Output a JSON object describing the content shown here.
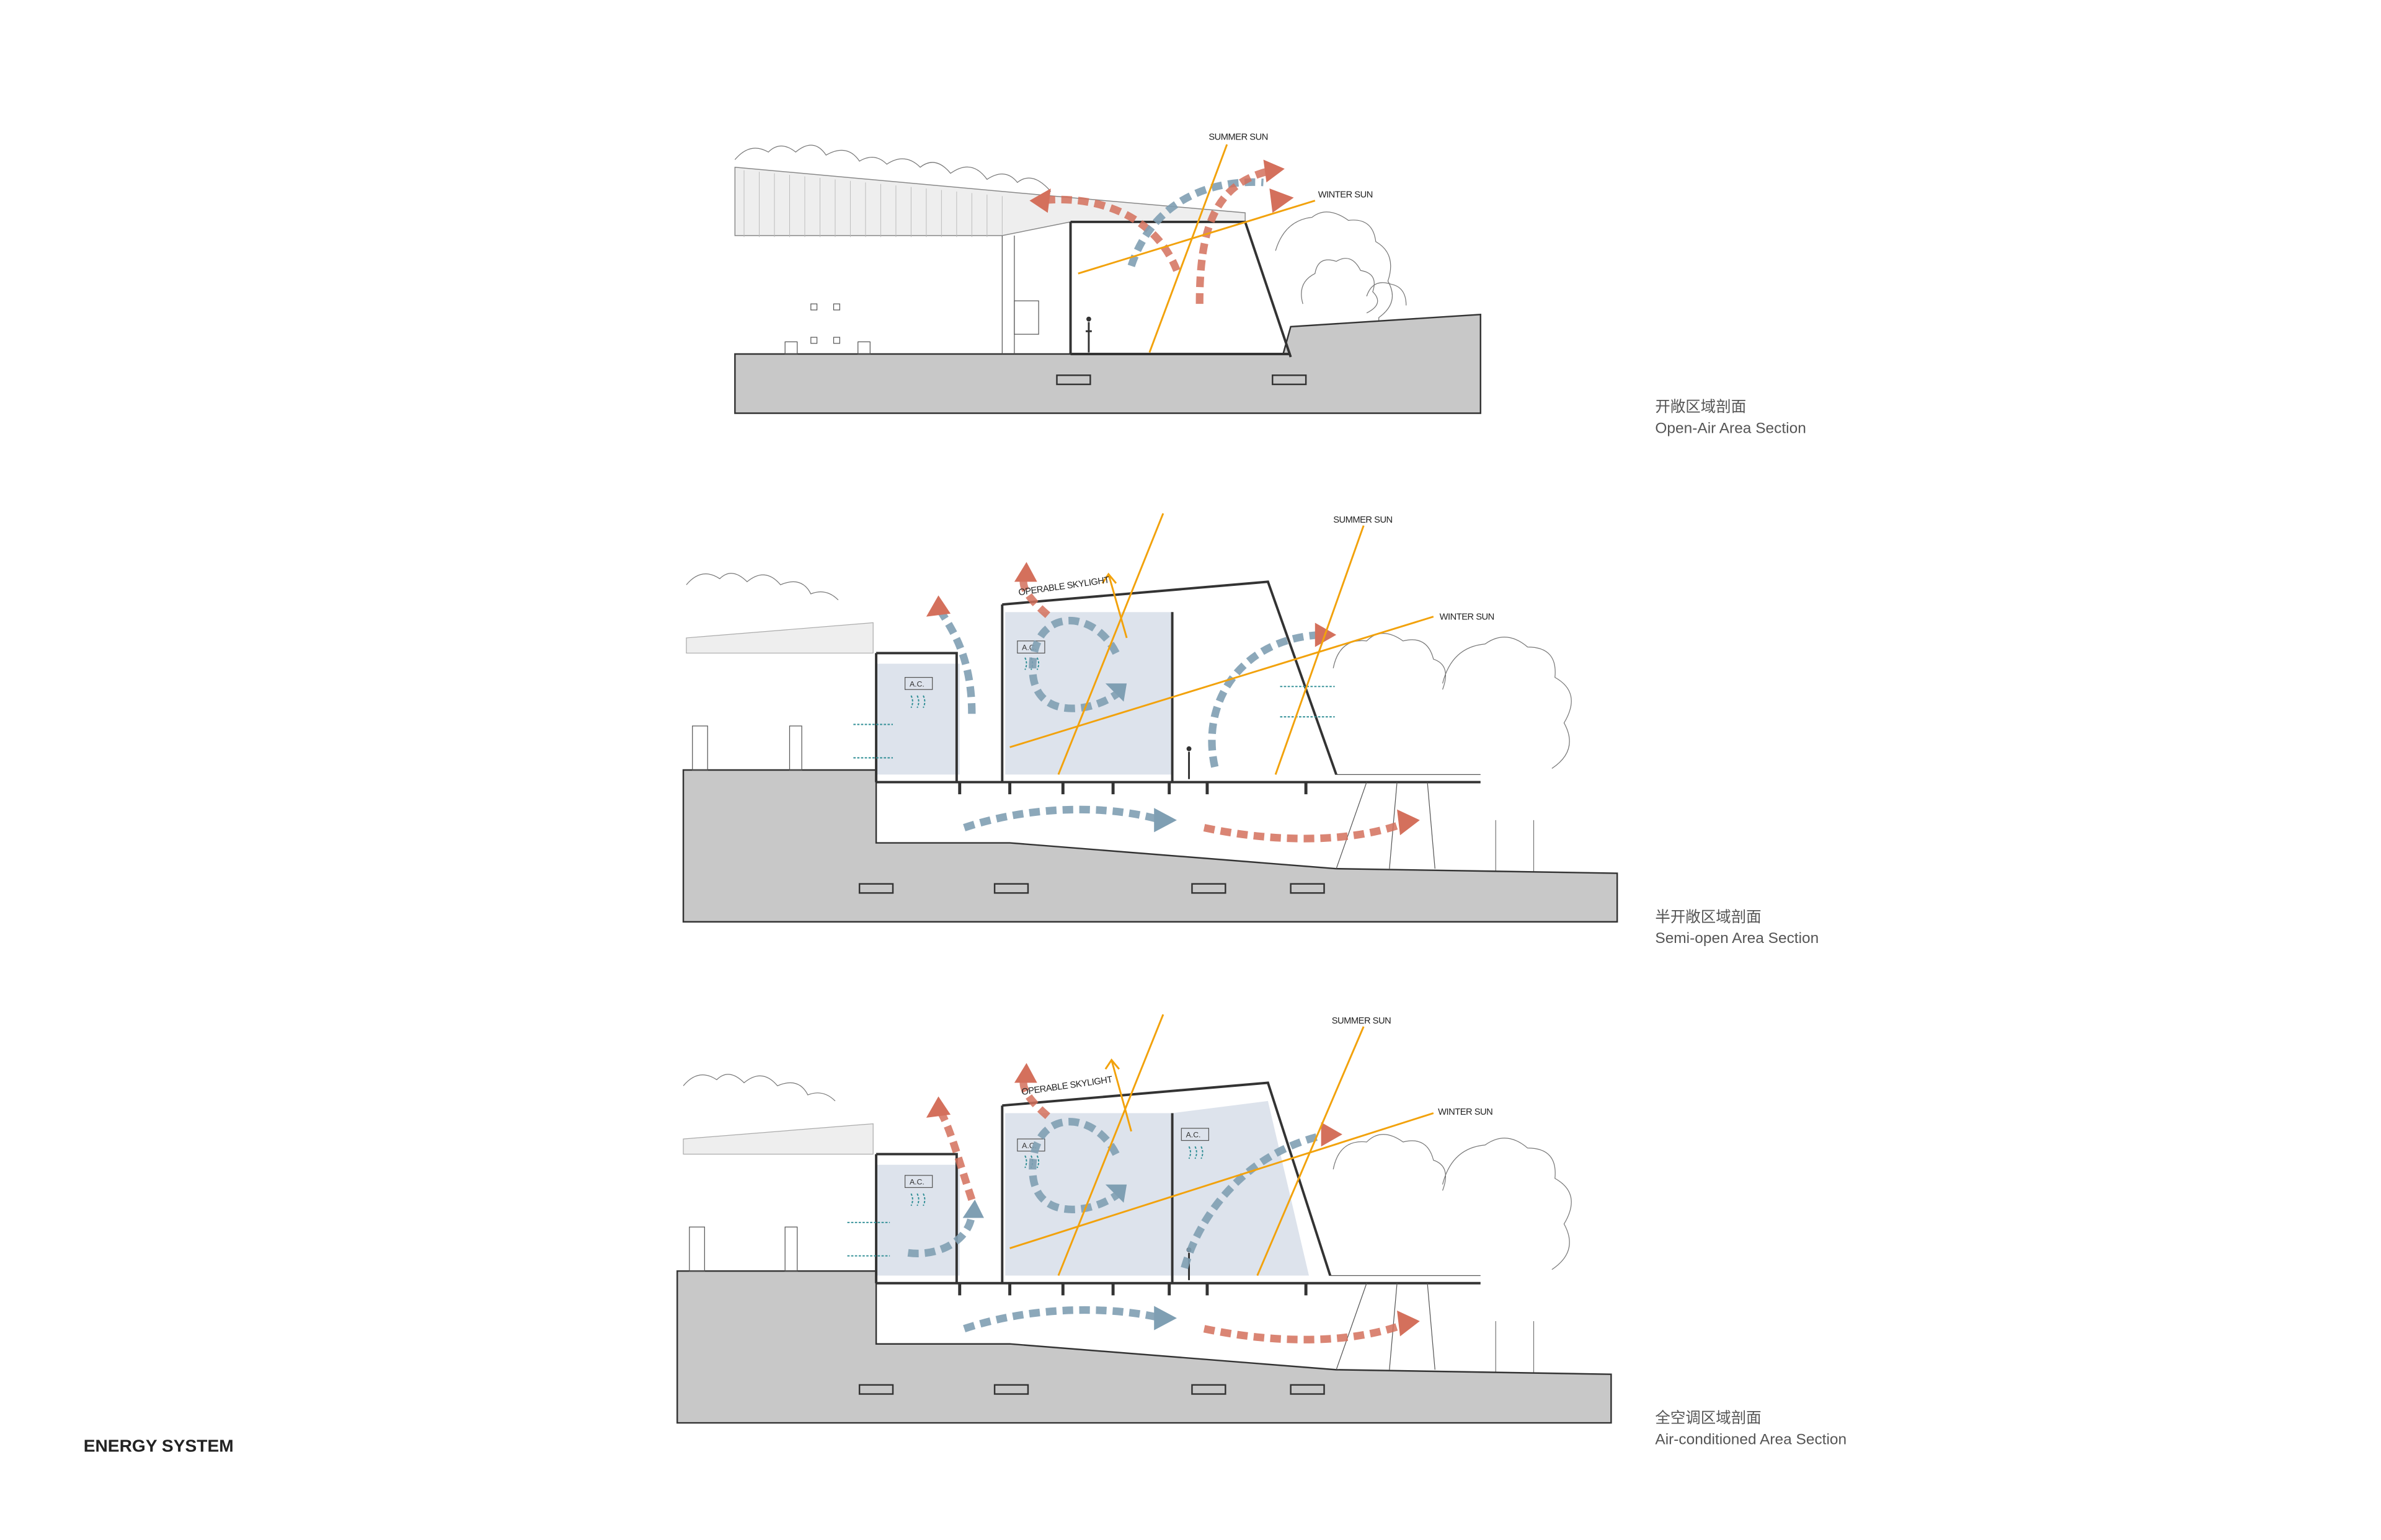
{
  "title": "ENERGY SYSTEM",
  "colors": {
    "sun": "#f2a20c",
    "warm_air": "#d4705c",
    "cool_air": "#7f9fb3",
    "ground": "#c8c8c8",
    "conditioned_room": "#dde3ec"
  },
  "sections": [
    {
      "caption_cn": "开敞区域剖面",
      "caption_en": "Open-Air Area Section",
      "labels": {
        "summer_sun": "SUMMER SUN",
        "winter_sun": "WINTER SUN"
      }
    },
    {
      "caption_cn": "半开敞区域剖面",
      "caption_en": "Semi-open Area Section",
      "labels": {
        "summer_sun": "SUMMER SUN",
        "winter_sun": "WINTER SUN",
        "skylight": "OPERABLE SKYLIGHT",
        "ac_1": "A.C.",
        "ac_2": "A.C."
      }
    },
    {
      "caption_cn": "全空调区域剖面",
      "caption_en": "Air-conditioned Area Section",
      "labels": {
        "summer_sun": "SUMMER SUN",
        "winter_sun": "WINTER SUN",
        "skylight": "OPERABLE SKYLIGHT",
        "ac_1": "A.C.",
        "ac_2": "A.C.",
        "ac_3": "A.C."
      }
    }
  ]
}
